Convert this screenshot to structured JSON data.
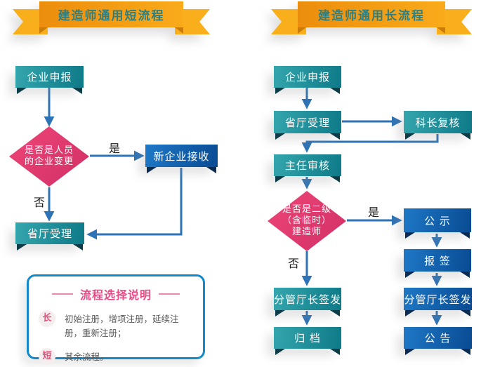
{
  "short_flow": {
    "banner": "建造师通用短流程",
    "nodes": {
      "qiye": "企业申报",
      "xinqiye": "新企业接收",
      "shengting": "省厅受理"
    },
    "diamond": [
      "是否是人员",
      "的企业变更"
    ],
    "labels": {
      "yes": "是",
      "no": "否"
    }
  },
  "long_flow": {
    "banner": "建造师通用长流程",
    "nodes": {
      "qiye": "企业申报",
      "shengting": "省厅受理",
      "kezhang": "科长复核",
      "zhuren": "主任审核",
      "gongshi": "公 示",
      "baoqian": "报 签",
      "qianfa_right": "分管厅长签发",
      "gonggao": "公 告",
      "qianfa_left": "分管厅长签发",
      "guidang": "归 档"
    },
    "diamond": [
      "是否是二级",
      "（含临时）",
      "建造师"
    ],
    "labels": {
      "yes": "是",
      "no": "否"
    }
  },
  "legend": {
    "title": "流程选择说明",
    "items": [
      {
        "badge": "长",
        "text": "初始注册，增项注册，延续注册，重新注册；"
      },
      {
        "badge": "短",
        "text": "其余流程。"
      }
    ]
  },
  "colors": {
    "banner_band_left": "#EC8D0D",
    "banner_band_right": "#F9AB1B",
    "banner_tail_gold": "#F9AE1C",
    "banner_text_teal": "#2F7F80",
    "node_teal_light": "#35A6AD",
    "node_teal_dark": "#0E7A88",
    "node_blue_light": "#1E78C6",
    "node_blue_dark": "#094B93",
    "diamond_pink_light": "#EF4678",
    "diamond_pink_dark": "#D02F66",
    "arrow_blue": "#2E73B6",
    "legend_border_blue": "#1489C8",
    "legend_title_pink": "#E84C86"
  }
}
